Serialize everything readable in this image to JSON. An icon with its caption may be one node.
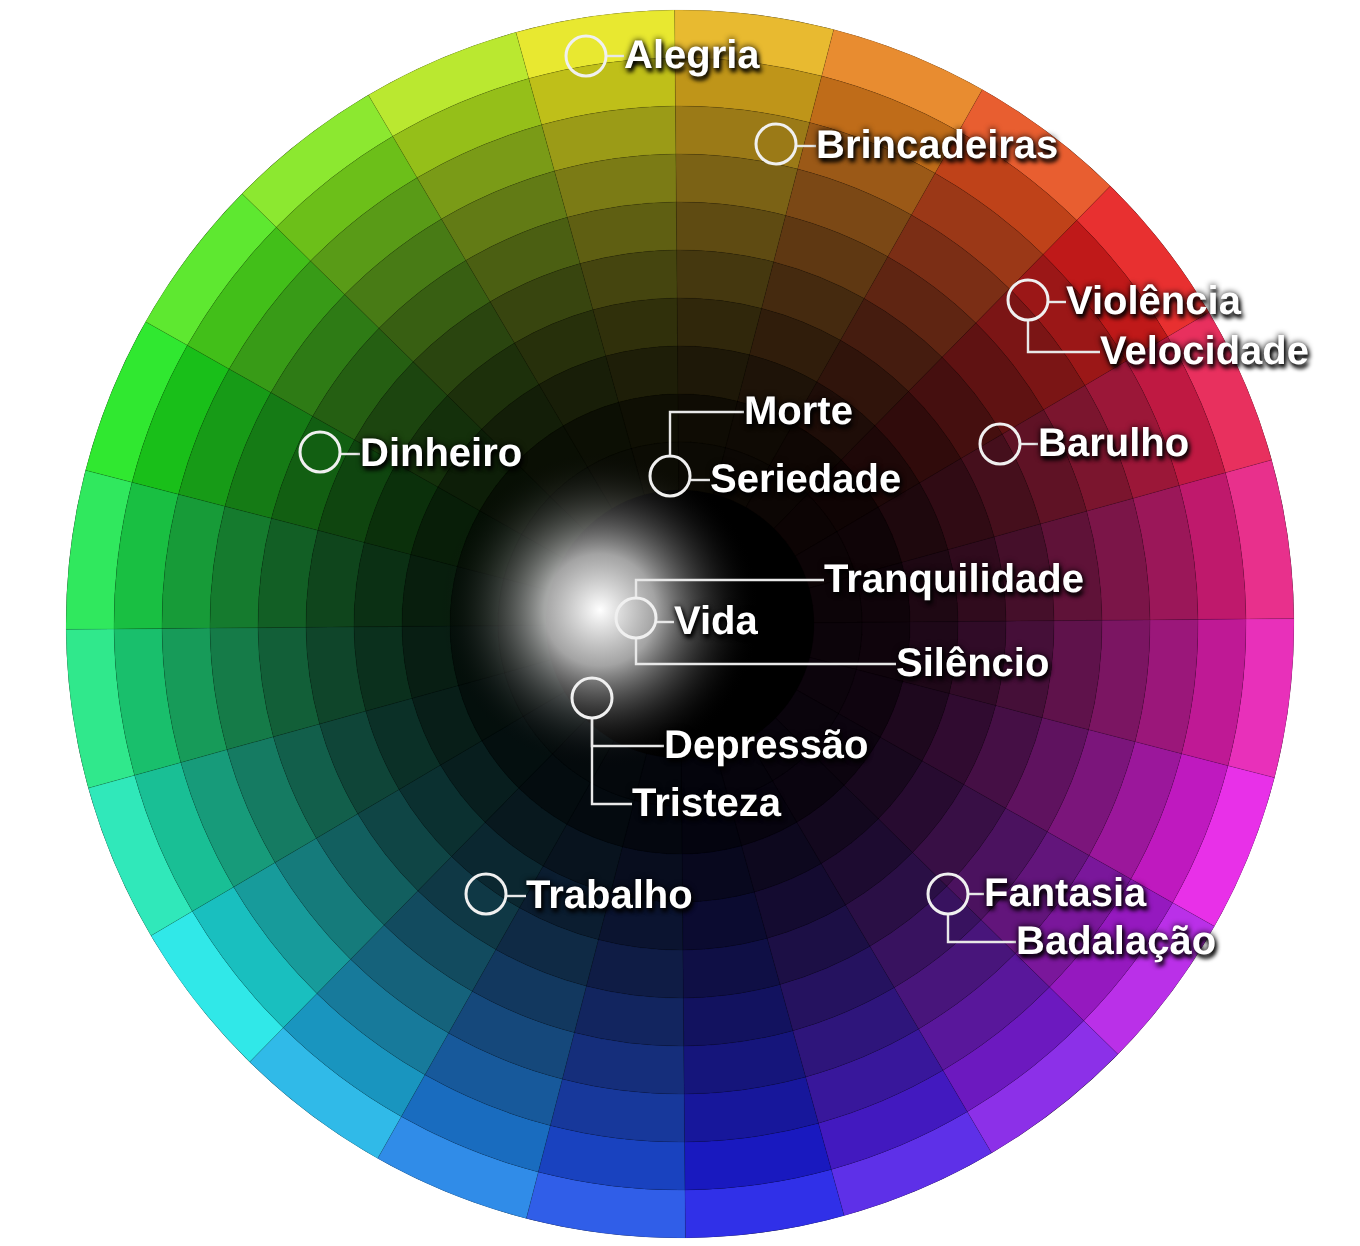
{
  "diagram": {
    "nodes": [
      {
        "text": [],
        "shape": "circle"
      },
      {
        "text": [
          "Alegria"
        ]
      },
      {
        "text": [],
        "shape": "circle"
      },
      {
        "text": [
          "Brincadeiras"
        ]
      },
      {
        "text": [],
        "shape": "circle"
      },
      {
        "text": [
          "Violência"
        ]
      },
      {
        "text": [
          "Velocidade"
        ]
      },
      {
        "text": [],
        "shape": "circle"
      },
      {
        "text": [
          "Dinheiro"
        ]
      },
      {
        "text": [
          "Morte"
        ]
      },
      {
        "text": [],
        "shape": "circle"
      },
      {
        "text": [
          "Seriedade"
        ]
      },
      {
        "text": [],
        "shape": "circle"
      },
      {
        "text": [
          "Barulho"
        ]
      },
      {
        "text": [
          "Tranquilidade"
        ]
      },
      {
        "text": [],
        "shape": "circle"
      },
      {
        "text": [
          "Vida"
        ]
      },
      {
        "text": [
          "Silêncio"
        ]
      },
      {
        "text": [],
        "shape": "circle"
      },
      {
        "text": [
          "Depressão"
        ]
      },
      {
        "text": [
          "Tristeza"
        ]
      },
      {
        "text": [],
        "shape": "circle"
      },
      {
        "text": [
          "Trabalho"
        ]
      },
      {
        "text": [],
        "shape": "circle"
      },
      {
        "text": [
          "Fantasia"
        ]
      },
      {
        "text": [
          "Badalação"
        ]
      }
    ],
    "edges": [
      {
        "from": 1,
        "to": 0,
        "arrow": "none"
      },
      {
        "from": 3,
        "to": 2,
        "arrow": "none"
      },
      {
        "from": 5,
        "to": 4,
        "arrow": "none"
      },
      {
        "from": 6,
        "to": 4,
        "arrow": "none"
      },
      {
        "from": 8,
        "to": 7,
        "arrow": "none"
      },
      {
        "from": 9,
        "to": 10,
        "arrow": "none"
      },
      {
        "from": 11,
        "to": 10,
        "arrow": "none"
      },
      {
        "from": 13,
        "to": 12,
        "arrow": "none"
      },
      {
        "from": 14,
        "to": 15,
        "arrow": "none"
      },
      {
        "from": 16,
        "to": 15,
        "arrow": "none"
      },
      {
        "from": 17,
        "to": 15,
        "arrow": "none"
      },
      {
        "from": 19,
        "to": 18,
        "arrow": "none"
      },
      {
        "from": 20,
        "to": 18,
        "arrow": "none"
      },
      {
        "from": 22,
        "to": 21,
        "arrow": "none"
      },
      {
        "from": 24,
        "to": 23,
        "arrow": "none"
      },
      {
        "from": 25,
        "to": 23,
        "arrow": "none"
      }
    ]
  }
}
